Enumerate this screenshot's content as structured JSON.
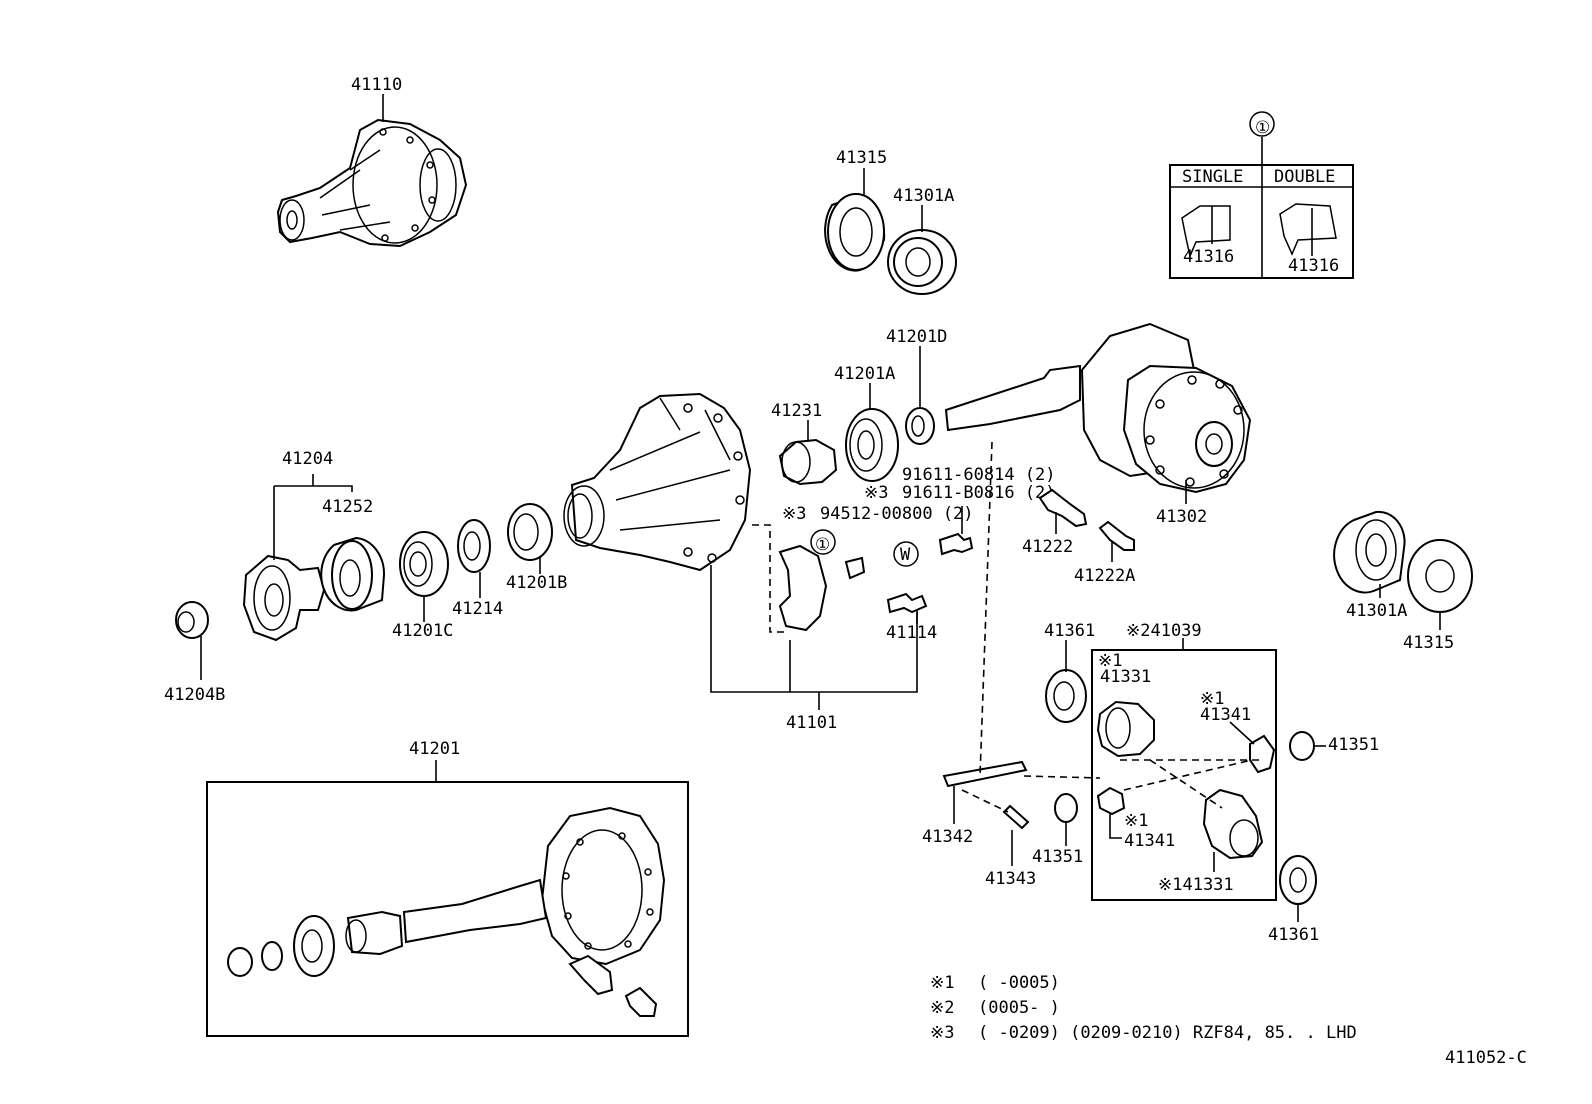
{
  "labels": {
    "p41110": "41110",
    "p41315_top": "41315",
    "p41301A_top": "41301A",
    "p41201D": "41201D",
    "p41201A": "41201A",
    "p41231": "41231",
    "p41204": "41204",
    "p41252": "41252",
    "p41201C": "41201C",
    "p41214": "41214",
    "p41201B": "41201B",
    "p41204B": "41204B",
    "p41101": "41101",
    "p41114": "41114",
    "p41302": "41302",
    "p41222": "41222",
    "p41222A": "41222A",
    "p41301A_right": "41301A",
    "p41315_right": "41315",
    "p41361_top": "41361",
    "p41361_bottom": "41361",
    "p41331": "41331",
    "p41341_a": "41341",
    "p41341_b": "41341",
    "p141331": "※141331",
    "p241039": "※241039",
    "p41351_right": "41351",
    "p41351_left": "41351",
    "p41342": "41342",
    "p41343": "41343",
    "p41201": "41201",
    "mark1_a": "※1",
    "mark1_b": "※1",
    "mark1_c": "※1",
    "bolt_a": "91611-60814 (2)",
    "bolt_b_mark": "※3",
    "bolt_b": "91611-B0816 (2)",
    "washer_mark": "※3",
    "washer": "94512-00800 (2)",
    "washer_symbol": "W",
    "callout": "①"
  },
  "inset": {
    "callout": "①",
    "single_label": "SINGLE",
    "double_label": "DOUBLE",
    "single_part": "41316",
    "double_part": "41316"
  },
  "notes": [
    {
      "mark": "※1",
      "range": "(      -0005)"
    },
    {
      "mark": "※2",
      "range": "(0005-      )"
    },
    {
      "mark": "※3",
      "range": "(      -0209) (0209-0210) RZF84, 85. . LHD"
    }
  ],
  "figure_code": "411052-C"
}
